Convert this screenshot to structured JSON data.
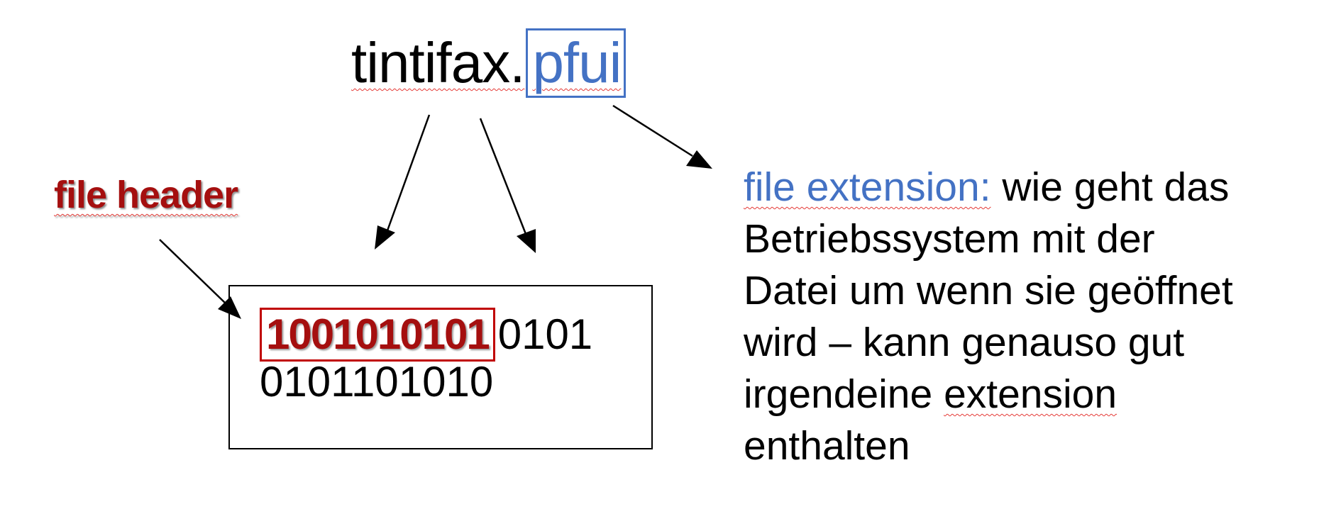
{
  "filename": {
    "base": "tintifax.",
    "extension": "pfui"
  },
  "file_header_label": "file header",
  "binary": {
    "header_bits": "1001010101",
    "line1_rest": "0101",
    "line2": "0101101010"
  },
  "explanation": {
    "term": "file extension:",
    "line1_rest": " wie geht das",
    "line2": "Betriebssystem mit der",
    "line3": "Datei um wenn sie geöffnet",
    "line4": "wird – kann genauso gut",
    "line5_pre": "irgendeine ",
    "line5_word": "extension",
    "line6": "enthalten"
  },
  "colors": {
    "extension_blue": "#4472c4",
    "header_red": "#a50f0f",
    "squiggle_red": "#e53935"
  }
}
